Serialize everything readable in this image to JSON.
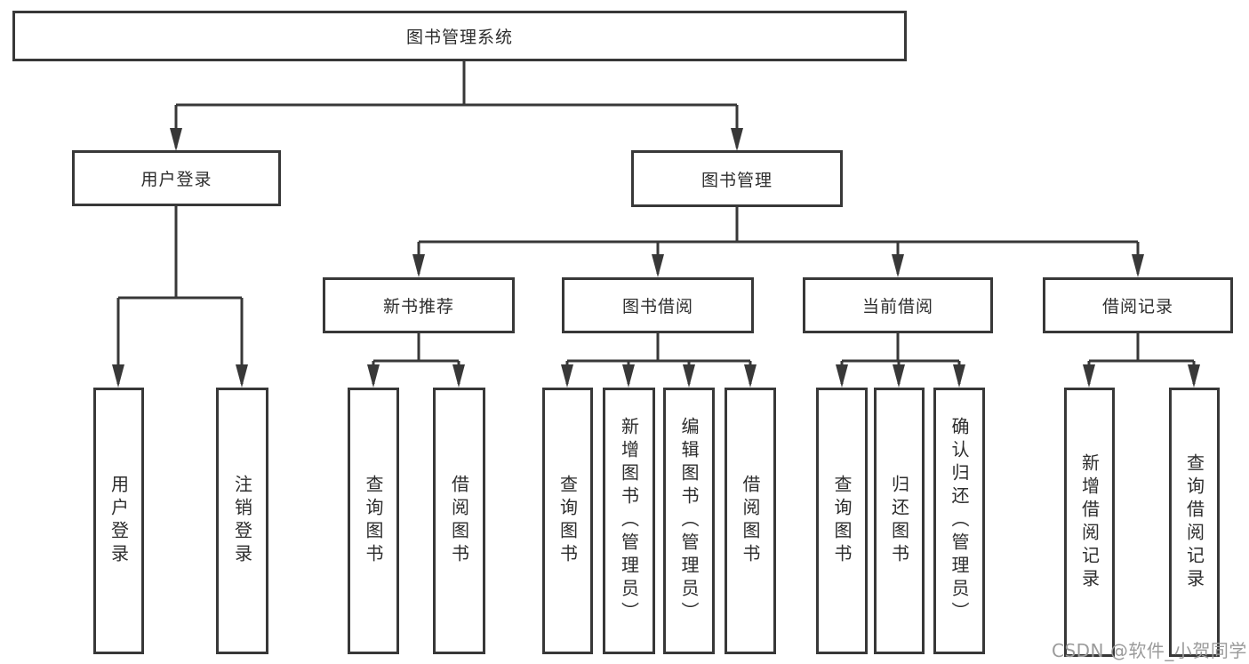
{
  "diagram": {
    "root": {
      "label": "图书管理系统"
    },
    "level1": [
      {
        "label": "用户登录",
        "children": [
          {
            "label": "用户登录"
          },
          {
            "label": "注销登录"
          }
        ]
      },
      {
        "label": "图书管理",
        "children": [
          {
            "label": "新书推荐",
            "children": [
              {
                "label": "查询图书"
              },
              {
                "label": "借阅图书"
              }
            ]
          },
          {
            "label": "图书借阅",
            "children": [
              {
                "label": "查询图书"
              },
              {
                "label": "新增图书（管理员）"
              },
              {
                "label": "编辑图书（管理员）"
              },
              {
                "label": "借阅图书"
              }
            ]
          },
          {
            "label": "当前借阅",
            "children": [
              {
                "label": "查询图书"
              },
              {
                "label": "归还图书"
              },
              {
                "label": "确认归还（管理员）"
              }
            ]
          },
          {
            "label": "借阅记录",
            "children": [
              {
                "label": "新增借阅记录"
              },
              {
                "label": "查询借阅记录"
              }
            ]
          }
        ]
      }
    ]
  },
  "watermark": {
    "text": "CSDN @软件_小贺同学"
  },
  "colors": {
    "line": "#383838",
    "text": "#2d2d2d",
    "watermark": "#9b9b9b",
    "background": "#ffffff"
  }
}
